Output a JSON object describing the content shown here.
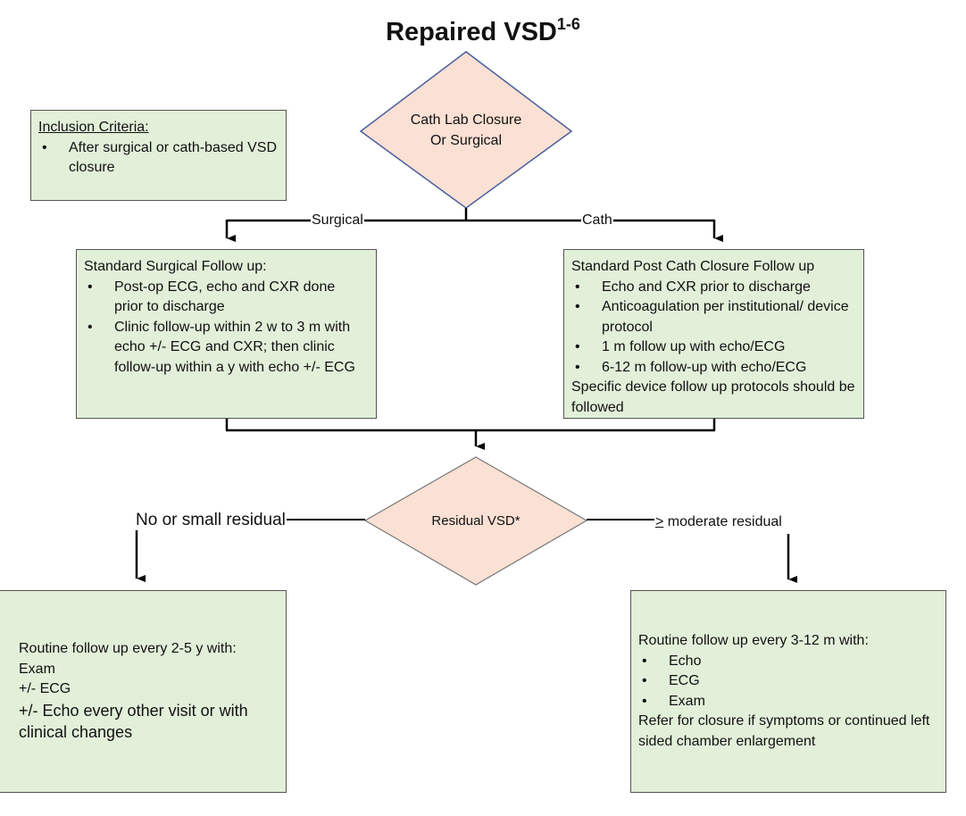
{
  "title": {
    "text": "Repaired VSD",
    "superscript": "1-6"
  },
  "inclusion": {
    "heading": "Inclusion Criteria:",
    "items": [
      "After surgical or cath-based VSD closure"
    ]
  },
  "top_decision": {
    "line1": "Cath Lab Closure",
    "line2": "Or Surgical"
  },
  "branch_labels": {
    "surgical": "Surgical",
    "cath": "Cath"
  },
  "surgical_box": {
    "heading": "Standard Surgical Follow up:",
    "items": [
      "Post-op ECG, echo and CXR done prior to discharge",
      "Clinic follow-up within 2 w to 3 m with echo +/- ECG and CXR; then clinic follow-up within a y with echo +/- ECG"
    ]
  },
  "cath_box": {
    "heading": "Standard Post Cath Closure Follow up",
    "items": [
      "Echo and CXR prior to discharge",
      "Anticoagulation per institutional/ device protocol",
      "1 m follow up with echo/ECG",
      "6-12 m follow-up with echo/ECG"
    ],
    "footer": "Specific device follow up protocols should be followed"
  },
  "residual_decision": {
    "text": "Residual VSD*"
  },
  "outcome_labels": {
    "small": "No or small residual",
    "moderate_symbol": ">",
    "moderate": " moderate residual"
  },
  "small_box": {
    "line1": "Routine follow up every 2-5 y with:",
    "line2": "Exam",
    "line3": "+/- ECG",
    "line4": "+/- Echo every other visit or with clinical changes"
  },
  "moderate_box": {
    "heading": "Routine follow up every 3-12 m with:",
    "items": [
      "Echo",
      "ECG",
      "Exam"
    ],
    "footer": "Refer for closure if symptoms or continued left sided chamber enlargement"
  },
  "colors": {
    "box_fill": "#e2efd9",
    "diamond_fill": "#fbe0d4",
    "top_diamond_stroke": "#4a5f9e",
    "line": "#000000"
  }
}
